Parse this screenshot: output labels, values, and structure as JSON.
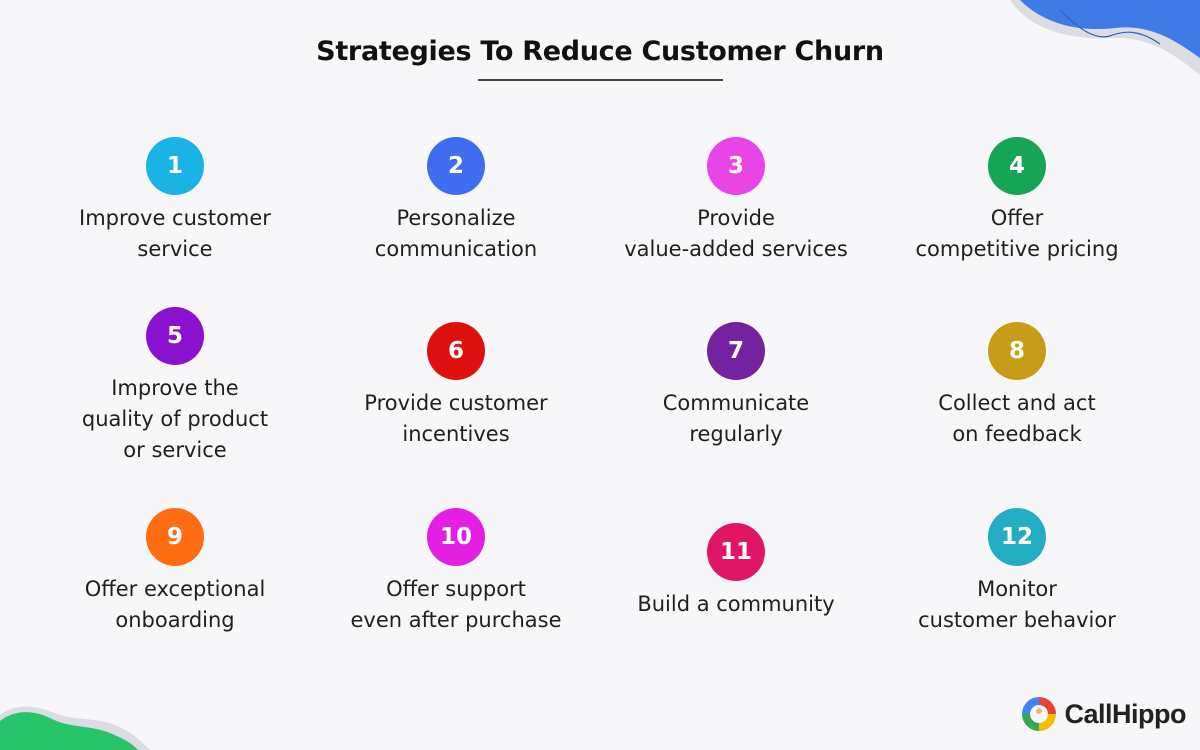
{
  "title": "Strategies To Reduce Customer Churn",
  "strategies": [
    {
      "number": "1",
      "label": "Improve customer\nservice",
      "color": "#1ab3e6"
    },
    {
      "number": "2",
      "label": "Personalize\ncommunication",
      "color": "#3f6cf0"
    },
    {
      "number": "3",
      "label": "Provide\nvalue-added services",
      "color": "#e944e6"
    },
    {
      "number": "4",
      "label": "Offer\ncompetitive pricing",
      "color": "#16a556"
    },
    {
      "number": "5",
      "label": "Improve the\nquality of product\nor service",
      "color": "#8a12cf"
    },
    {
      "number": "6",
      "label": "Provide customer\nincentives",
      "color": "#de1111"
    },
    {
      "number": "7",
      "label": "Communicate\nregularly",
      "color": "#73239f"
    },
    {
      "number": "8",
      "label": "Collect and act\non feedback",
      "color": "#c79c16"
    },
    {
      "number": "9",
      "label": "Offer exceptional\nonboarding",
      "color": "#ff6d12"
    },
    {
      "number": "10",
      "label": "Offer support\neven after purchase",
      "color": "#e41ee2"
    },
    {
      "number": "11",
      "label": "Build a community",
      "color": "#e01665"
    },
    {
      "number": "12",
      "label": "Monitor\ncustomer behavior",
      "color": "#22adc1"
    }
  ],
  "brand": {
    "name": "CallHippo",
    "colors": [
      "#ea4335",
      "#fbbc05",
      "#34a853",
      "#4285f4"
    ]
  },
  "decor": {
    "top_color": "#3f7ae6",
    "bottom_color": "#27c46a"
  }
}
